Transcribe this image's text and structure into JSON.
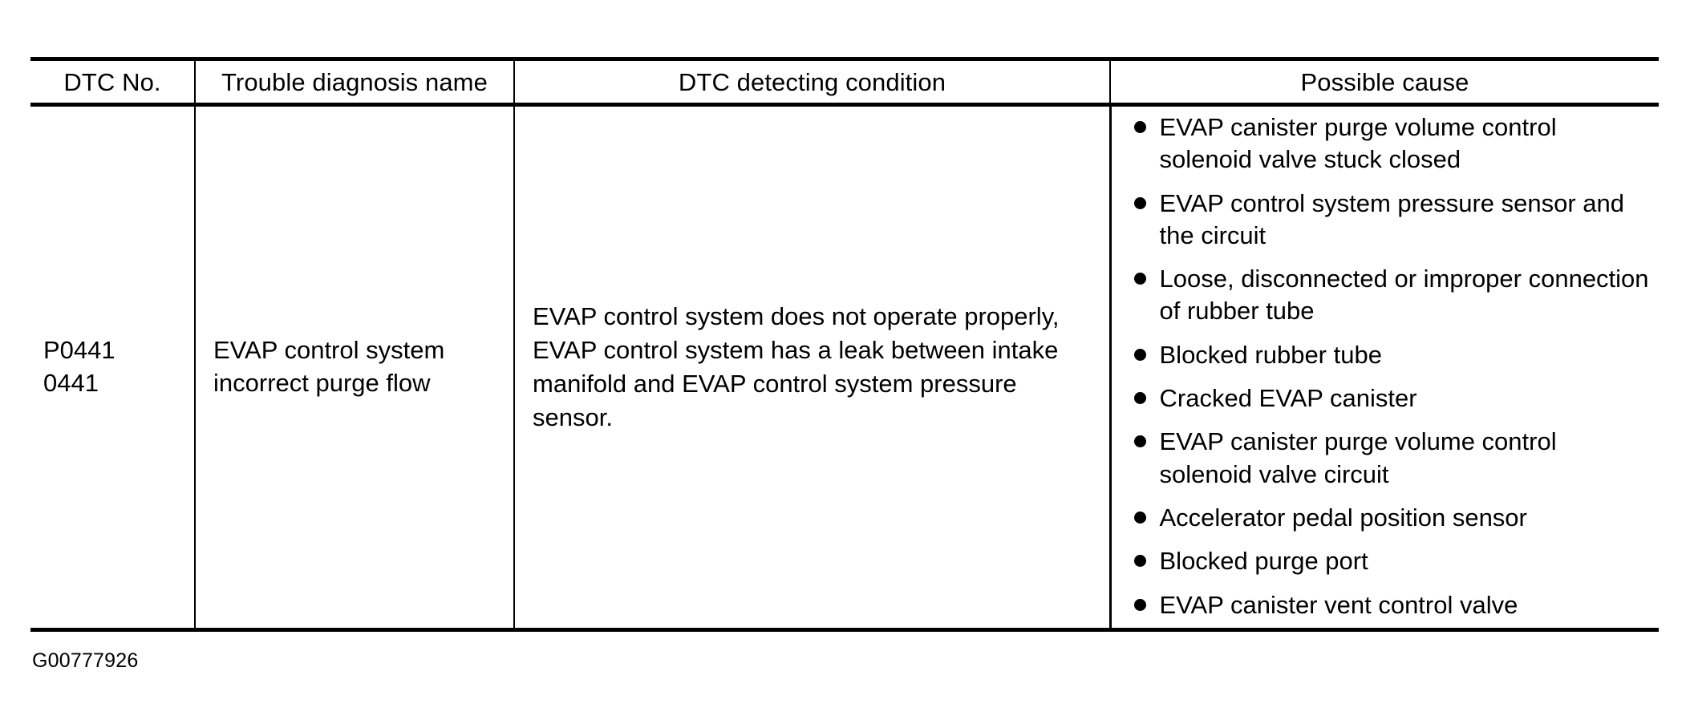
{
  "document": {
    "figure_code": "G00777926"
  },
  "table": {
    "columns": [
      {
        "key": "dtc_no",
        "header": "DTC No."
      },
      {
        "key": "name",
        "header": "Trouble diagnosis name"
      },
      {
        "key": "cond",
        "header": "DTC detecting condition"
      },
      {
        "key": "cause",
        "header": "Possible cause"
      }
    ],
    "rows": [
      {
        "dtc_no_lines": [
          "P0441",
          "0441"
        ],
        "trouble_diagnosis_name": "EVAP control system incorrect purge flow",
        "dtc_detecting_condition": "EVAP control system does not operate properly, EVAP control system has a leak between intake manifold and EVAP control system pressure sensor.",
        "possible_cause": [
          "EVAP canister purge volume control solenoid valve stuck closed",
          "EVAP control system pressure sensor and the circuit",
          "Loose, disconnected or improper connection of rubber tube",
          "Blocked rubber tube",
          "Cracked EVAP canister",
          "EVAP canister purge volume control solenoid valve circuit",
          "Accelerator pedal position sensor",
          "Blocked purge port",
          "EVAP canister vent control valve"
        ]
      }
    ]
  },
  "colors": {
    "page_background": "#ffffff",
    "rule": "#000000",
    "text": "#000000",
    "bullet": "#000000"
  }
}
